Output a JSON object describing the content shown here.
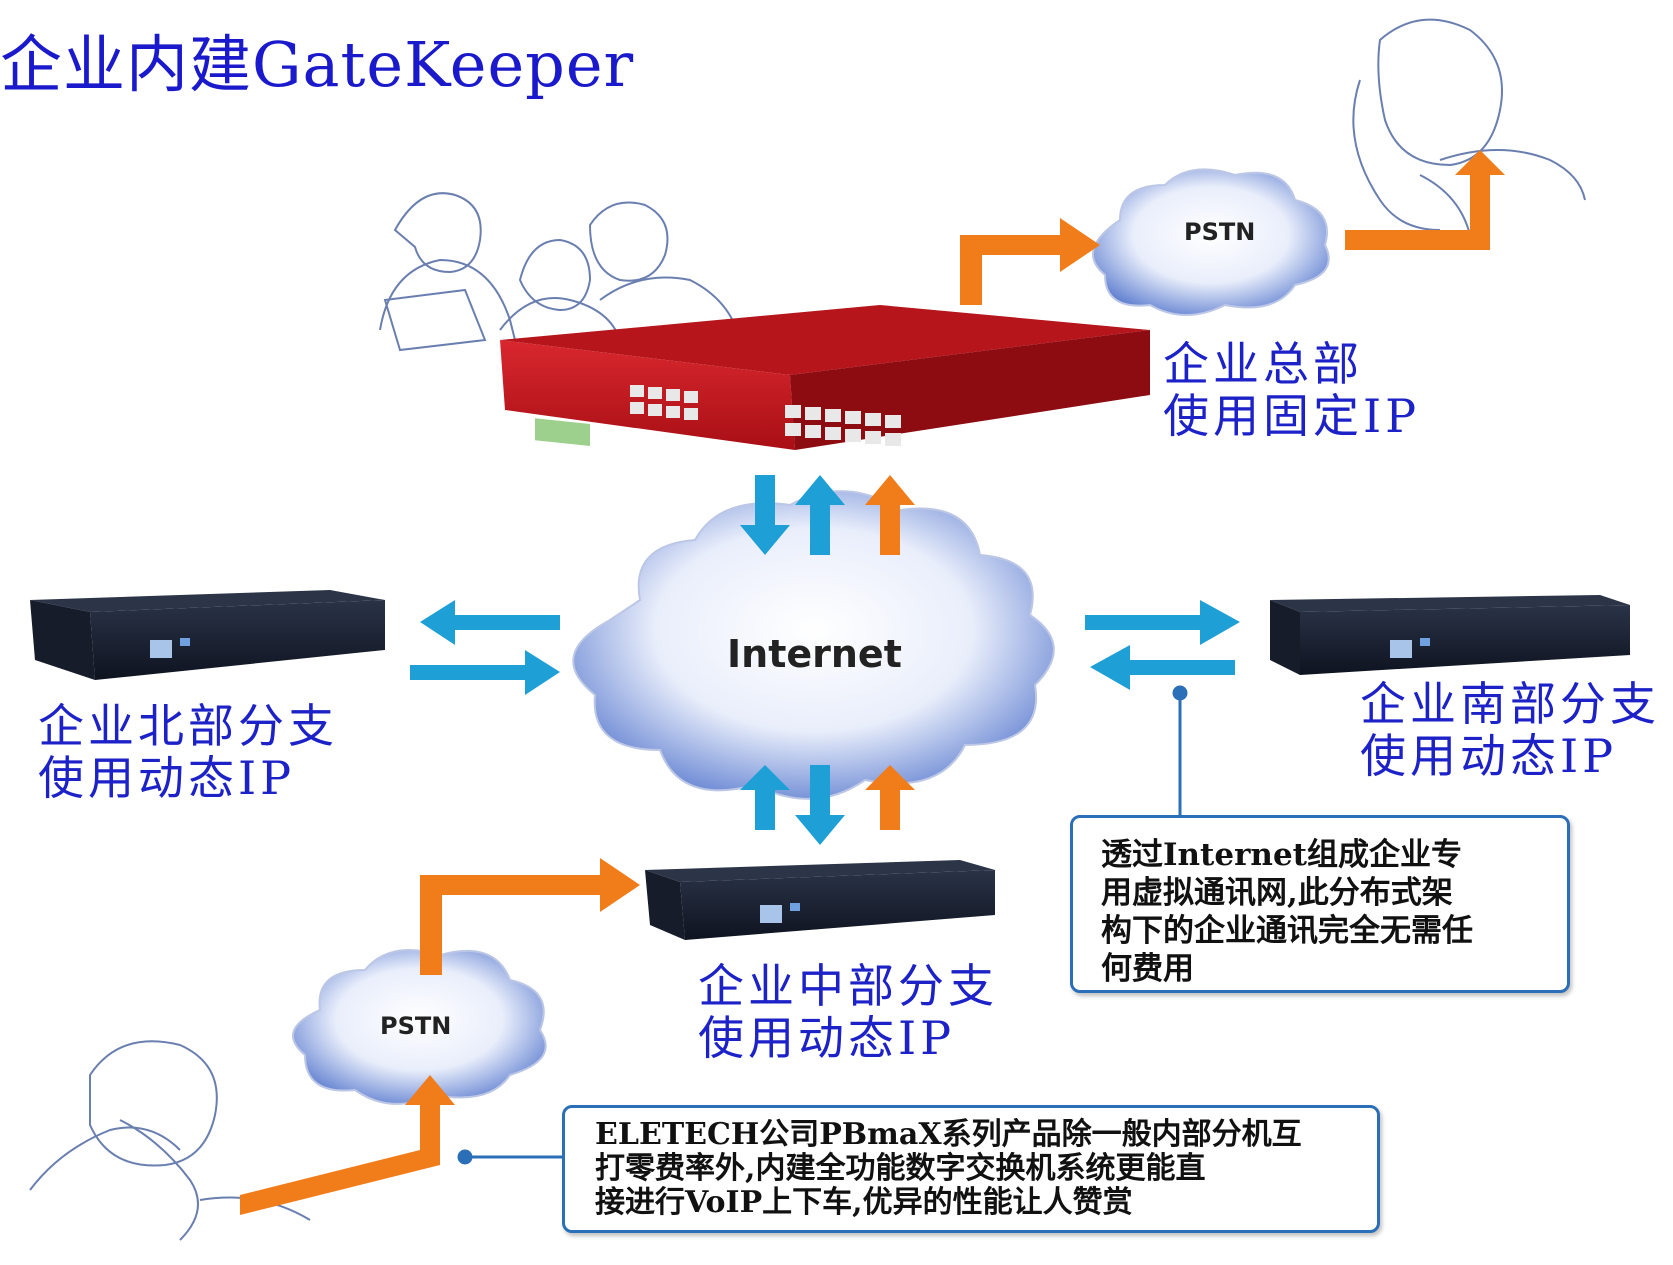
{
  "title": "企业内建GateKeeper",
  "sites": {
    "hq": {
      "line1": "企业总部",
      "line2": "使用固定IP"
    },
    "north": {
      "line1": "企业北部分支",
      "line2": "使用动态IP"
    },
    "south": {
      "line1": "企业南部分支",
      "line2": "使用动态IP"
    },
    "central": {
      "line1": "企业中部分支",
      "line2": "使用动态IP"
    }
  },
  "clouds": {
    "internet": "Internet",
    "pstn_top": "PSTN",
    "pstn_bottom": "PSTN"
  },
  "notes": {
    "vpn": [
      "透过Internet组成企业专",
      "用虚拟通讯网,此分布式架",
      "构下的企业通讯完全无需任",
      "何费用"
    ],
    "eletech": [
      "ELETECH公司PBmaX系列产品除一般内部分机互",
      "打零费率外,内建全功能数字交换机系统更能直",
      "接进行VoIP上下车,优异的性能让人赞赏"
    ]
  },
  "colors": {
    "text_blue": "#1c22c8",
    "arrow_blue": "#1e9fd6",
    "arrow_orange": "#f07d1a",
    "device_red": "#c4161c",
    "device_dark": "#1b2233",
    "note_border": "#2a6fb7"
  }
}
